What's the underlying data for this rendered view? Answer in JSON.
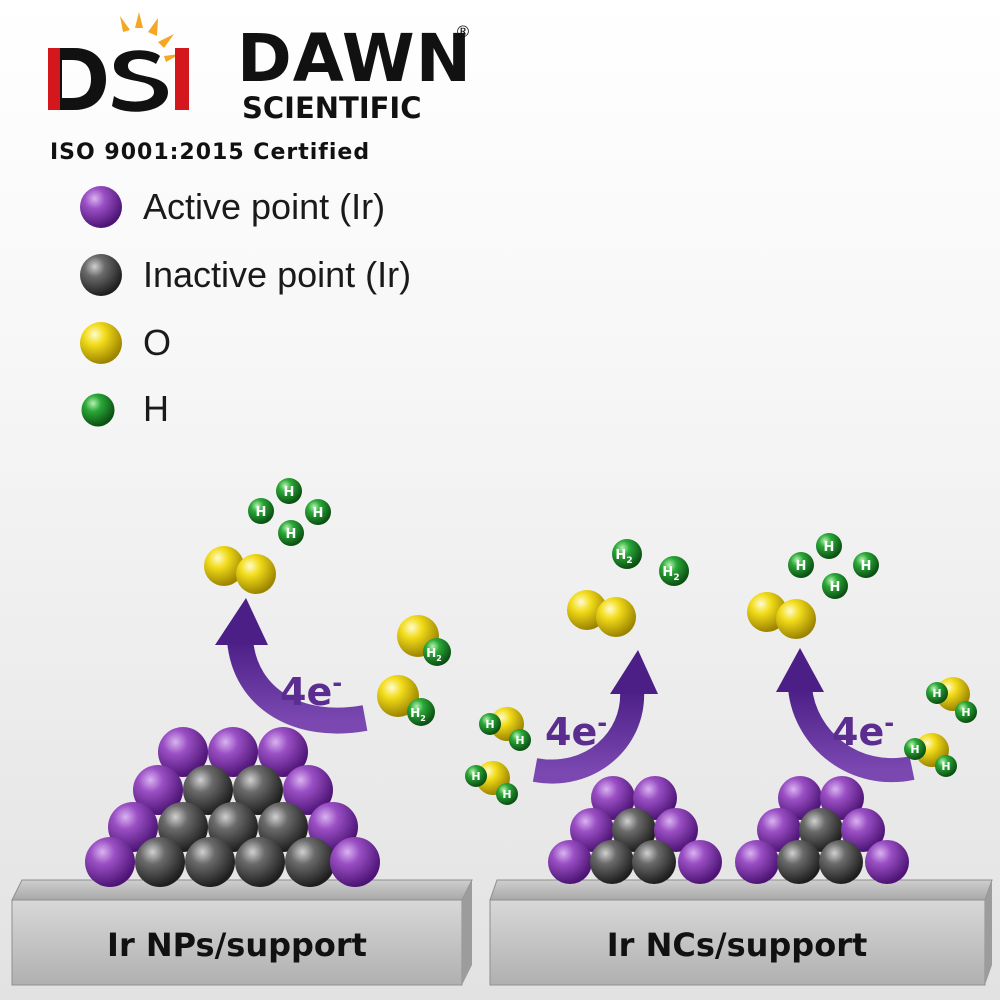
{
  "logo": {
    "abbr": "DSI",
    "brand_line1": "DAWN",
    "brand_line2": "SCIENTIFIC",
    "registered_mark": "®",
    "certification": "ISO 9001:2015 Certified"
  },
  "legend": [
    {
      "label": "Active point (Ir)",
      "color": "#7b2fa5"
    },
    {
      "label": "Inactive point (Ir)",
      "color": "#4a4a4a"
    },
    {
      "label": "O",
      "color": "#e0c400"
    },
    {
      "label": "H",
      "color": "#1f9a2b"
    }
  ],
  "colors": {
    "active_ir": "#7b2fa5",
    "inactive_ir": "#4a4a4a",
    "oxygen": "#e6cc00",
    "hydrogen": "#1f9a2b",
    "arrow": "#5b2d90",
    "support": "#b9b9b9",
    "logo_red": "#d3171d",
    "logo_sun": "#f5a623"
  },
  "panels": {
    "left": {
      "support_label": "Ir NPs/support",
      "arrow_label": "4e",
      "arrow_superscript": "-"
    },
    "right": {
      "support_label": "Ir NCs/support",
      "arrow_label": "4e",
      "arrow_superscript": "-"
    }
  },
  "atom_labels": {
    "h": "H",
    "h2": "H",
    "h2_sub": "2"
  }
}
